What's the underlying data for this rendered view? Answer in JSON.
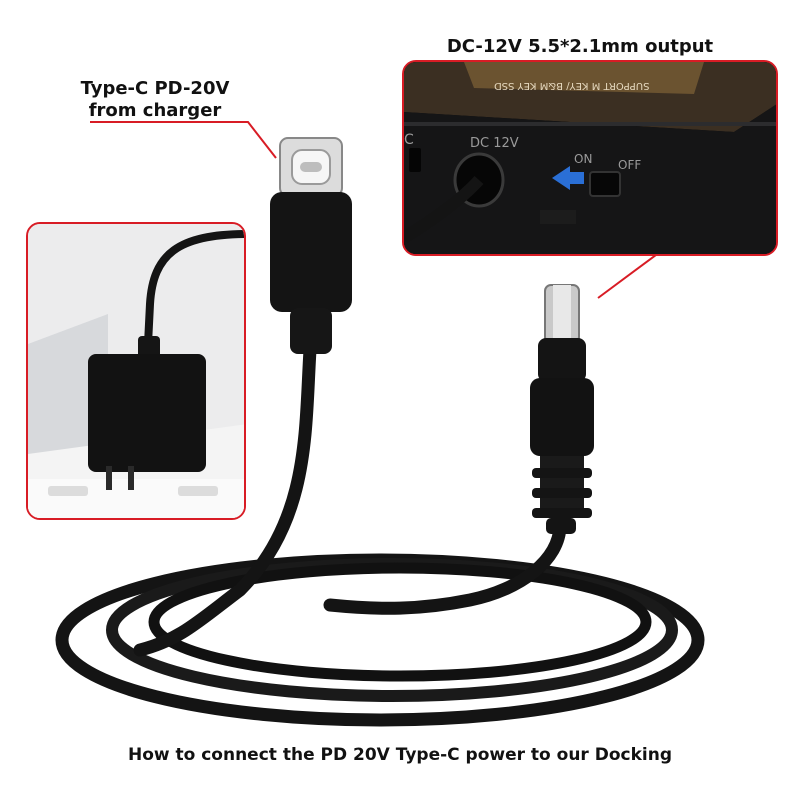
{
  "labels": {
    "typec": [
      "Type-C PD-20V",
      "from charger"
    ],
    "dc_output": "DC-12V 5.5*2.1mm output",
    "caption": "How to connect the PD 20V Type-C power to our Docking"
  },
  "dock": {
    "port_label": "DC  12V",
    "switch_on": "ON",
    "switch_off": "OFF",
    "board_text": "SUPPORT M KEY/ B&M KEY SSD",
    "side_letter": "C"
  },
  "colors": {
    "accent_frame": "#d81c25",
    "cable": "#141414",
    "arrow": "#2a6fd6"
  }
}
